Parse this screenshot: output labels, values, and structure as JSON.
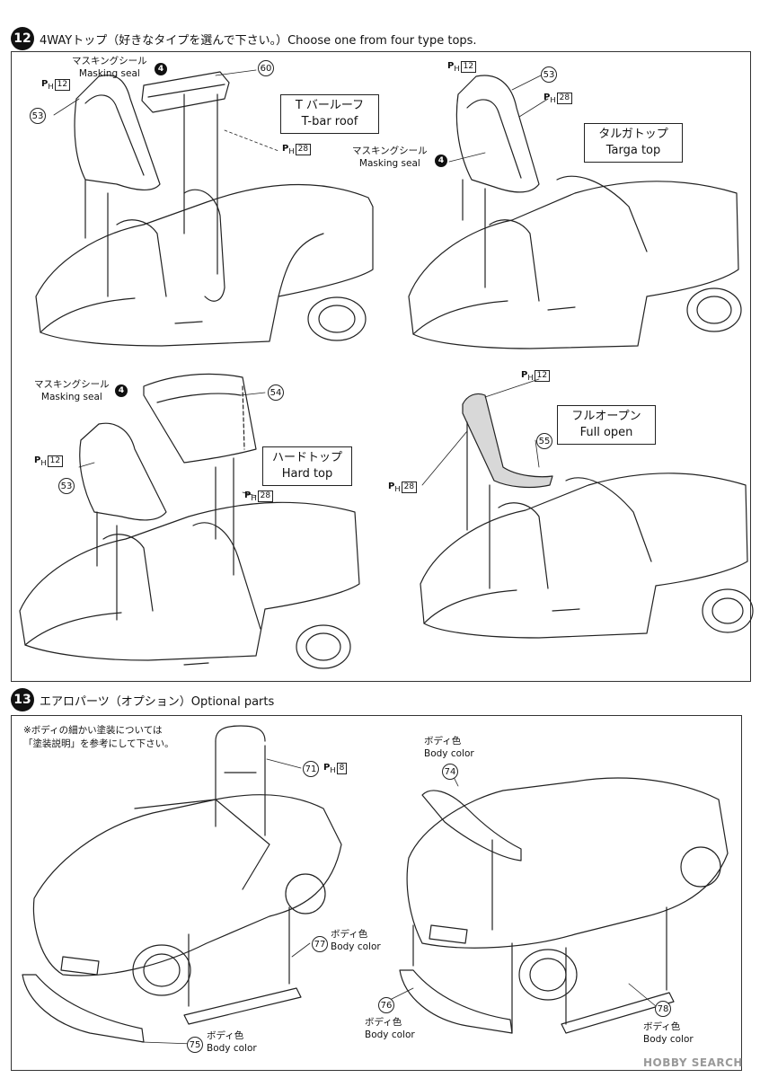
{
  "step12": {
    "number": "12",
    "title": "4WAYトップ（好きなタイプを選んで下さい。）Choose one from four type tops.",
    "panels": [
      {
        "label_jp": "T バールーフ",
        "label_en": "T-bar roof"
      },
      {
        "label_jp": "タルガトップ",
        "label_en": "Targa top"
      },
      {
        "label_jp": "ハードトップ",
        "label_en": "Hard top"
      },
      {
        "label_jp": "フルオープン",
        "label_en": "Full open"
      }
    ],
    "masking_jp": "マスキングシール",
    "masking_en": "Masking seal",
    "seal_num": "4",
    "parts": {
      "p53": "53",
      "p54": "54",
      "p55": "55",
      "p60": "60"
    },
    "ph_letter": "P",
    "ph_sub": "H",
    "ph12": "12",
    "ph28": "28"
  },
  "step13": {
    "number": "13",
    "title": "エアロパーツ（オプション）Optional parts",
    "note_line1": "※ボディの細かい塗装については",
    "note_line2": "「塗装説明」を参考にして下さい。",
    "body_color_jp": "ボディ色",
    "body_color_en": "Body color",
    "parts": {
      "p71": "71",
      "p74": "74",
      "p75": "75",
      "p76": "76",
      "p77": "77",
      "p78": "78"
    },
    "ph8": "8"
  },
  "watermark": "HOBBY SEARCH"
}
